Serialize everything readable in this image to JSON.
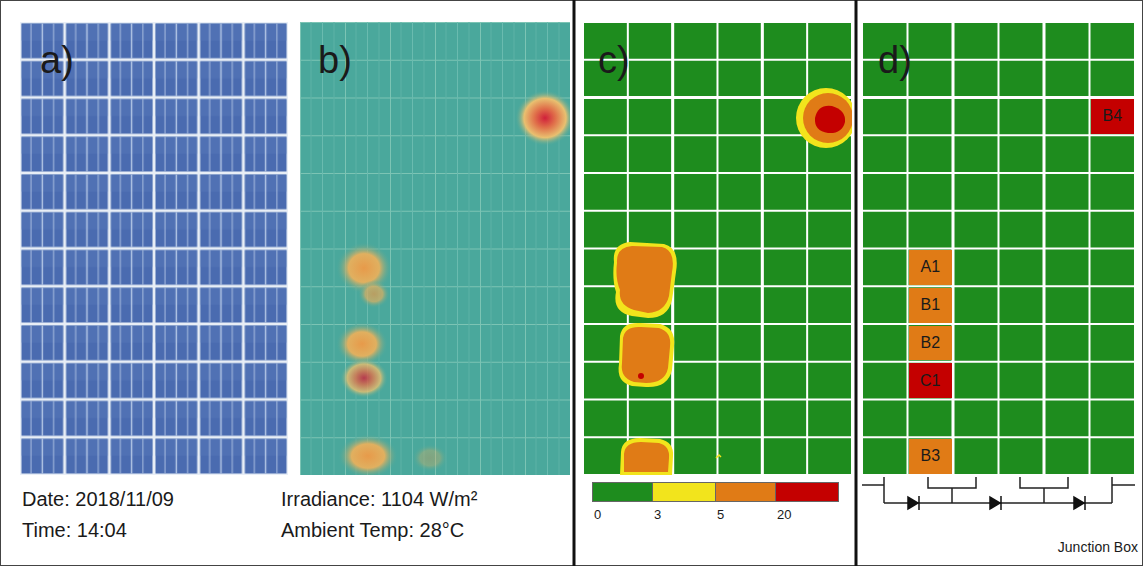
{
  "diagram": {
    "nodes": [
      {
        "text": [
          "B4"
        ]
      },
      {
        "text": [
          "A1"
        ]
      },
      {
        "text": [
          "B1"
        ]
      },
      {
        "text": [
          "B2"
        ]
      },
      {
        "text": [
          "C1"
        ]
      },
      {
        "text": [
          "B3"
        ]
      }
    ],
    "labels": [
      "a)",
      "b)",
      "c)",
      "d)",
      "Date: 2018/11/09",
      "Time: 14:04",
      "Irradiance: 1104 W/m²",
      "Ambient Temp: 28°C",
      "Junction Box"
    ],
    "legend": [
      {
        "text": "0",
        "color": "#1e8c1e"
      },
      {
        "text": "3",
        "color": "#f2e41c"
      },
      {
        "text": "5",
        "color": "#e07b16"
      },
      {
        "text": "20",
        "color": "#c40000"
      }
    ]
  }
}
